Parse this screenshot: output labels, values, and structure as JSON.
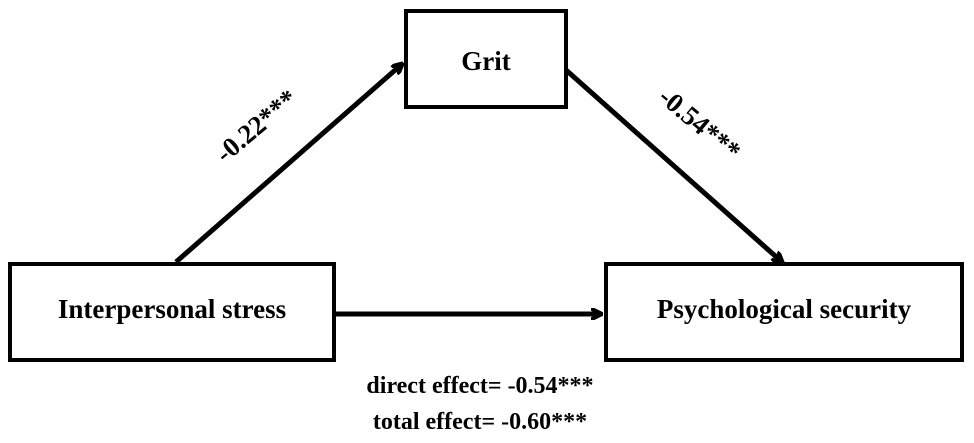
{
  "nodes": {
    "mediator": {
      "label": "Grit"
    },
    "predictor": {
      "label": "Interpersonal stress"
    },
    "outcome": {
      "label": "Psychological security"
    }
  },
  "paths": {
    "a": {
      "label": "-0.22***"
    },
    "b": {
      "label": "-0.54***"
    }
  },
  "effects": {
    "direct": "direct effect= -0.54***",
    "total": "total effect= -0.60***"
  }
}
